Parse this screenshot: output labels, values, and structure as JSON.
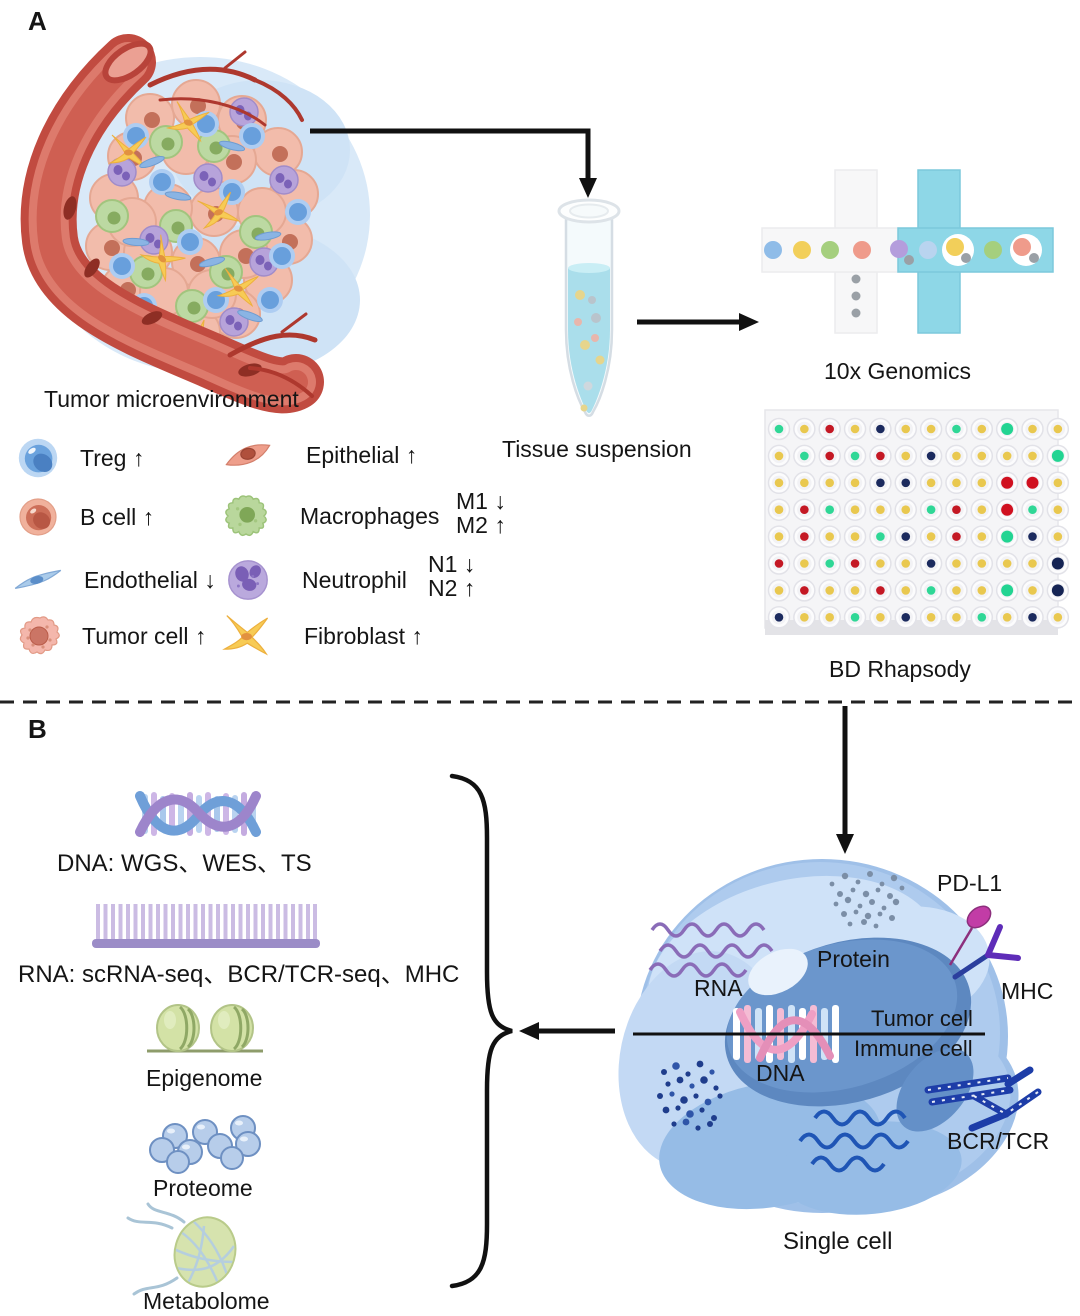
{
  "panel_a": {
    "label": "A",
    "tumor_caption": "Tumor microenvironment",
    "tissue_caption": "Tissue suspension",
    "tenx_caption": "10x Genomics",
    "bd_caption": "BD Rhapsody",
    "legend_col1": [
      {
        "name": "treg",
        "label": "Treg ↑"
      },
      {
        "name": "b-cell",
        "label": "B cell ↑"
      },
      {
        "name": "endothelial",
        "label": "Endothelial ↓"
      },
      {
        "name": "tumor-cell",
        "label": "Tumor cell ↑"
      }
    ],
    "legend_col2": [
      {
        "name": "epithelial",
        "label": "Epithelial ↑",
        "sub": []
      },
      {
        "name": "macrophages",
        "label": "Macrophages",
        "sub": [
          "M1 ↓",
          "M2 ↑"
        ]
      },
      {
        "name": "neutrophil",
        "label": "Neutrophil",
        "sub": [
          "N1 ↓",
          "N2 ↑"
        ]
      },
      {
        "name": "fibroblast",
        "label": "Fibroblast ↑",
        "sub": []
      }
    ]
  },
  "panel_b": {
    "label": "B",
    "dna_line": "DNA: WGS、WES、TS",
    "rna_line": "RNA: scRNA-seq、BCR/TCR-seq、MHC",
    "epigenome_caption": "Epigenome",
    "proteome_caption": "Proteome",
    "metabolome_caption": "Metabolome",
    "single_cell": {
      "rna_label": "RNA",
      "protein_label": "Protein",
      "dna_label": "DNA",
      "pdl1_label": "PD-L1",
      "mhc_label": "MHC",
      "bcrtcr_label": "BCR/TCR",
      "tumor_cell_label": "Tumor cell",
      "immune_cell_label": "Immune cell",
      "caption": "Single cell"
    }
  },
  "icons": {
    "treg": "treg-cell-icon",
    "b_cell": "b-cell-icon",
    "endothelial": "endothelial-cell-icon",
    "tumor_cell": "tumor-cell-icon",
    "epithelial": "epithelial-cell-icon",
    "macrophages": "macrophage-cell-icon",
    "neutrophil": "neutrophil-cell-icon",
    "fibroblast": "fibroblast-cell-icon",
    "dna_helix": "dna-helix-icon",
    "rna_comb": "rna-comb-icon",
    "epigenome": "nucleosome-icon",
    "proteome": "protein-spheres-icon",
    "metabolome": "metabolite-icon",
    "tube": "tissue-suspension-tube",
    "tenx_chip": "microfluidic-chip",
    "bd_plate": "microwell-plate",
    "single_cell": "single-cell-illustration",
    "pdl1": "pdl1-receptor-icon",
    "mhc": "mhc-receptor-icon",
    "bcrtcr": "antibody-icon"
  },
  "colors": {
    "tenx_cyan": "#8ed7e7",
    "tube_liquid": "#aadeeb",
    "cell_body_blue": "#aac9ee",
    "nucleus_blue": "#6b96cc",
    "vessel_red": "#c14b40",
    "pdl1_magenta": "#c23ca6",
    "mhc_purple": "#5e2cb8",
    "bcr_blue": "#1d3da8",
    "rna_purple": "#8a6cb8",
    "arrow_black": "#111111"
  },
  "bd_plate": {
    "rows": 8,
    "cols": 12,
    "palette": {
      "y": "#e9c84f",
      "g": "#2fd796",
      "r": "#c41824",
      "n": "#1b2a5e",
      "Y": "#e9c84f",
      "G": "#22d492",
      "R": "#d01020",
      "N": "#152454"
    },
    "dots": [
      "gyrynyygyGyy",
      "ygrgrynyyyyG",
      "yyyynnyyyRRy",
      "yrgyyygryRgy",
      "yryygnyryGny",
      "rygryynyyyyN",
      "yryyrygyyGyN",
      "nyygynyygyny"
    ]
  }
}
